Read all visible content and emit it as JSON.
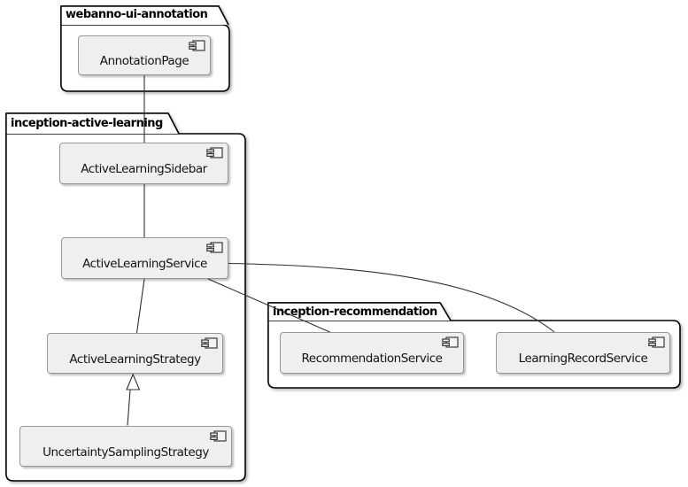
{
  "diagram_type": "uml-component-diagram",
  "packages": [
    {
      "name": "webanno-ui-annotation"
    },
    {
      "name": "inception-active-learning"
    },
    {
      "name": "inception-recommendation"
    }
  ],
  "components": [
    {
      "label": "AnnotationPage",
      "package": "webanno-ui-annotation",
      "icon": "uml-component-icon"
    },
    {
      "label": "ActiveLearningSidebar",
      "package": "inception-active-learning",
      "icon": "uml-component-icon"
    },
    {
      "label": "ActiveLearningService",
      "package": "inception-active-learning",
      "icon": "uml-component-icon"
    },
    {
      "label": "ActiveLearningStrategy",
      "package": "inception-active-learning",
      "icon": "uml-component-icon"
    },
    {
      "label": "UncertaintySamplingStrategy",
      "package": "inception-active-learning",
      "icon": "uml-component-icon"
    },
    {
      "label": "RecommendationService",
      "package": "inception-recommendation",
      "icon": "uml-component-icon"
    },
    {
      "label": "LearningRecordService",
      "package": "inception-recommendation",
      "icon": "uml-component-icon"
    }
  ],
  "relations": [
    {
      "from": "AnnotationPage",
      "to": "ActiveLearningSidebar",
      "type": "association"
    },
    {
      "from": "ActiveLearningSidebar",
      "to": "ActiveLearningService",
      "type": "association"
    },
    {
      "from": "ActiveLearningService",
      "to": "ActiveLearningStrategy",
      "type": "association"
    },
    {
      "from": "UncertaintySamplingStrategy",
      "to": "ActiveLearningStrategy",
      "type": "generalization"
    },
    {
      "from": "ActiveLearningService",
      "to": "RecommendationService",
      "type": "association"
    },
    {
      "from": "ActiveLearningService",
      "to": "LearningRecordService",
      "type": "association"
    }
  ],
  "colors": {
    "background": "#FFFFFF",
    "package_fill": "#FFFFFF",
    "package_border": "#000000",
    "component_fill": "#EFEFEF",
    "component_border": "#989898",
    "line": "#303030",
    "text": "#141414"
  }
}
